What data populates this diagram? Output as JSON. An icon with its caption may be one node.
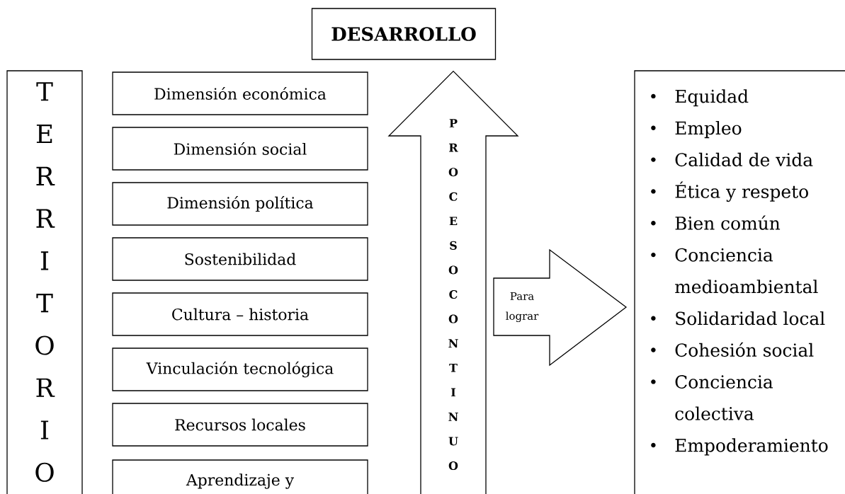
{
  "diagram": {
    "nodes": [
      {
        "text": [
          "DESARROLLO"
        ]
      },
      {
        "text": [
          "T E R R I T O R I O"
        ]
      },
      {
        "text": [
          "Dimensión económica"
        ]
      },
      {
        "text": [
          "Dimensión social"
        ]
      },
      {
        "text": [
          "Dimensión política"
        ]
      },
      {
        "text": [
          "Sostenibilidad"
        ]
      },
      {
        "text": [
          "Cultura – historia"
        ]
      },
      {
        "text": [
          "Vinculación tecnológica"
        ]
      },
      {
        "text": [
          "Recursos locales"
        ]
      },
      {
        "text": [
          "Aprendizaje y"
        ]
      },
      {
        "text": [
          "Equidad",
          "Empleo",
          "Calidad de vida",
          "Ética y respeto",
          "Bien común",
          "Conciencia medioambiental",
          "Solidaridad local",
          "Cohesión social",
          "Conciencia colectiva",
          "Empoderamiento"
        ]
      }
    ],
    "edges": [
      {
        "from": null,
        "to": 0,
        "arrow": "to",
        "label": "P R O C E S O C O N T I N U O"
      },
      {
        "from": null,
        "to": 10,
        "arrow": "to",
        "label": "Para lograr"
      }
    ]
  }
}
